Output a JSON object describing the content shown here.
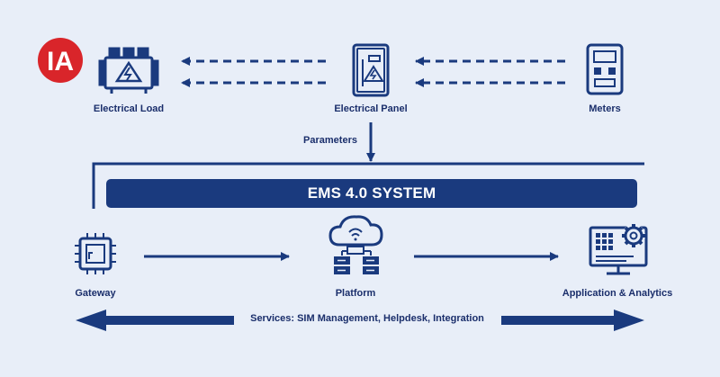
{
  "logo": {
    "text": "IA",
    "color": "#d9252a"
  },
  "nodes": {
    "electrical_load": {
      "label": "Electrical Load",
      "icon": "transformer-icon"
    },
    "electrical_panel": {
      "label": "Electrical Panel",
      "icon": "electrical-panel-icon"
    },
    "meters": {
      "label": "Meters",
      "icon": "meter-icon"
    },
    "gateway": {
      "label": "Gateway",
      "icon": "chip-icon"
    },
    "platform": {
      "label": "Platform",
      "icon": "cloud-server-icon"
    },
    "application": {
      "label": "Application & Analytics",
      "icon": "dashboard-gear-icon"
    }
  },
  "edges": {
    "parameters_label": "Parameters"
  },
  "system_banner": "EMS 4.0 SYSTEM",
  "services_text": "Services: SIM Management, Helpdesk, Integration",
  "colors": {
    "background": "#e8eef8",
    "primary": "#1a3a7e",
    "text": "#1a2e6b",
    "accent": "#d9252a"
  }
}
